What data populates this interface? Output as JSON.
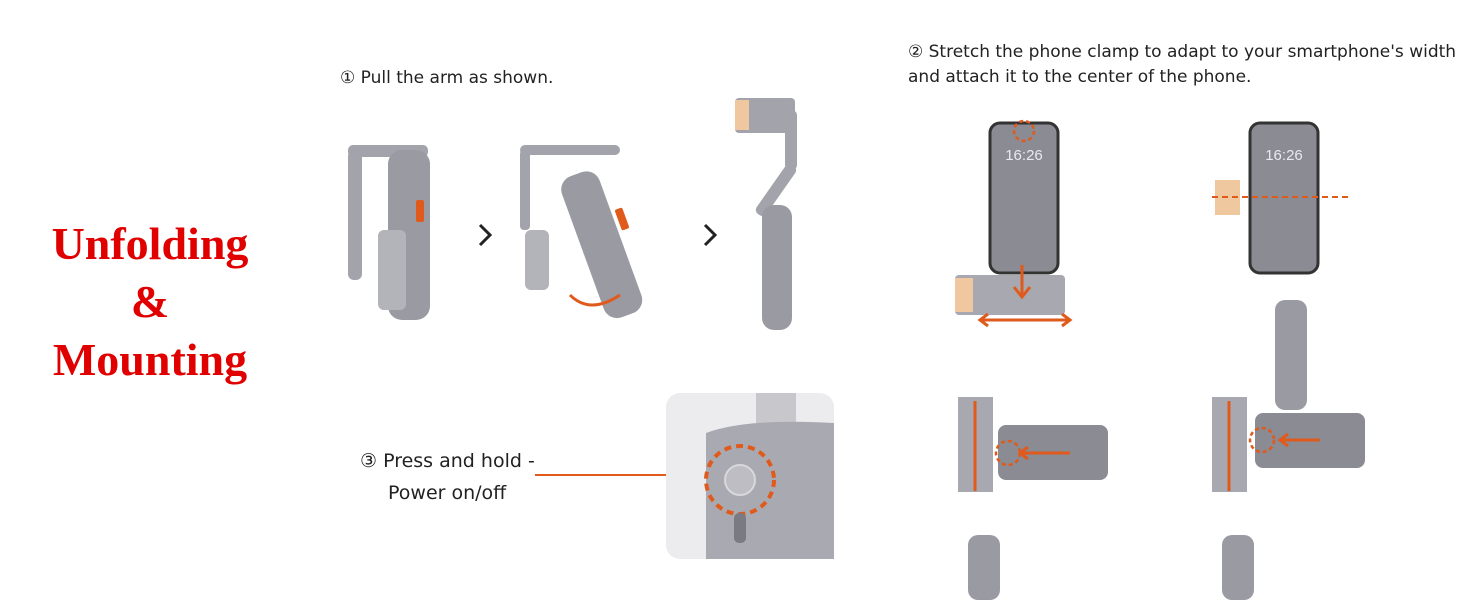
{
  "heading": {
    "line1": "Unfolding",
    "line2": "&",
    "line3": "Mounting"
  },
  "steps": {
    "step1": "① Pull the arm as shown.",
    "step2_line1": "② Stretch the phone clamp to adapt to your smartphone's width",
    "step2_line2": "and attach it to the center of the phone.",
    "step3_line1": "③ Press and hold -",
    "step3_line2": "Power on/off"
  },
  "phone_time": "16:26",
  "colors": {
    "title": "#e00000",
    "accent": "#e05a1c",
    "device": "#9a9aa3"
  }
}
